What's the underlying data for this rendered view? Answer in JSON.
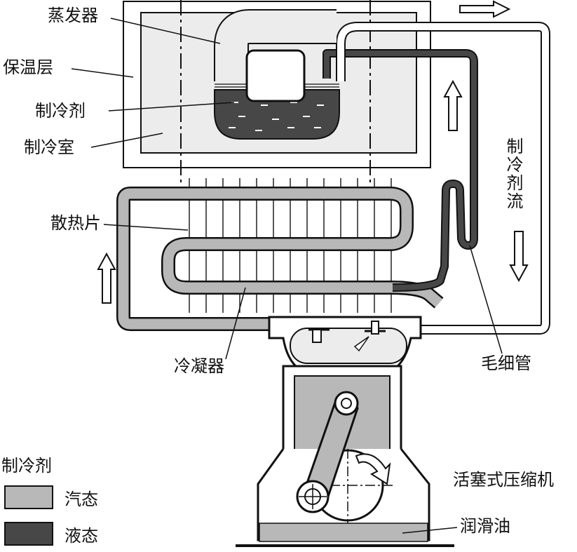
{
  "labels": {
    "evaporator": "蒸发器",
    "insulation": "保温层",
    "refrigerant": "制冷剂",
    "chamber": "制冷室",
    "fins": "散热片",
    "condenser": "冷凝器",
    "capillary": "毛细管",
    "flow": "制冷剂流",
    "compressor": "活塞式压缩机",
    "oil": "润滑油"
  },
  "legend": {
    "title": "制冷剂",
    "vapor": "汽态",
    "liquid": "液态"
  },
  "colors": {
    "vapor": "#b8b8b8",
    "liquid": "#474747",
    "chamber": "#ececec",
    "outline": "#111111"
  }
}
